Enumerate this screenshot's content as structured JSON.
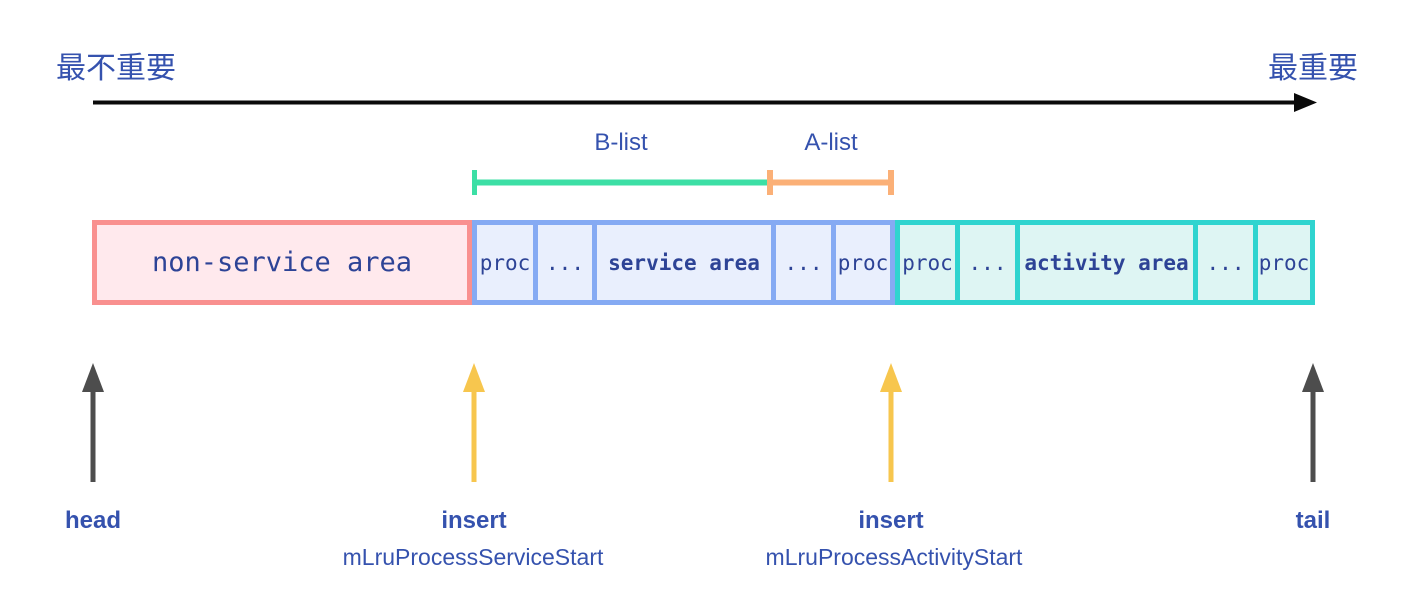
{
  "importance_axis": {
    "left_label": "最不重要",
    "right_label": "最重要"
  },
  "brackets": {
    "b_list_label": "B-list",
    "a_list_label": "A-list"
  },
  "row": {
    "non_service_label": "non-service area",
    "blue_cells": [
      "proc",
      "...",
      "service area",
      "...",
      "proc"
    ],
    "teal_cells": [
      "proc",
      "...",
      "activity area",
      "...",
      "proc"
    ]
  },
  "pointers": {
    "head_label": "head",
    "insert_service_label": "insert",
    "insert_activity_label": "insert",
    "tail_label": "tail",
    "service_fn_label": "mLruProcessServiceStart",
    "activity_fn_label": "mLruProcessActivityStart"
  },
  "icons": {
    "axis_arrow": "right-arrow",
    "head_arrow": "up-arrow",
    "insert_arrows": "up-arrow",
    "tail_arrow": "up-arrow"
  },
  "colors": {
    "pink-border": "#f9908f",
    "pink-fill": "#ffe9ed",
    "blue-border": "#85aaf3",
    "blue-fill": "#e9effd",
    "teal-border": "#2fd4cf",
    "teal-fill": "#def5f3",
    "green-bracket": "#3cdfa5",
    "orange-bracket": "#fbb077",
    "yellow-arrow": "#f7c64e",
    "gray-arrow": "#4d4d4d",
    "axis-black": "#0a0a0a",
    "text-blue": "#3552ae",
    "text-dark": "#2d4396"
  }
}
